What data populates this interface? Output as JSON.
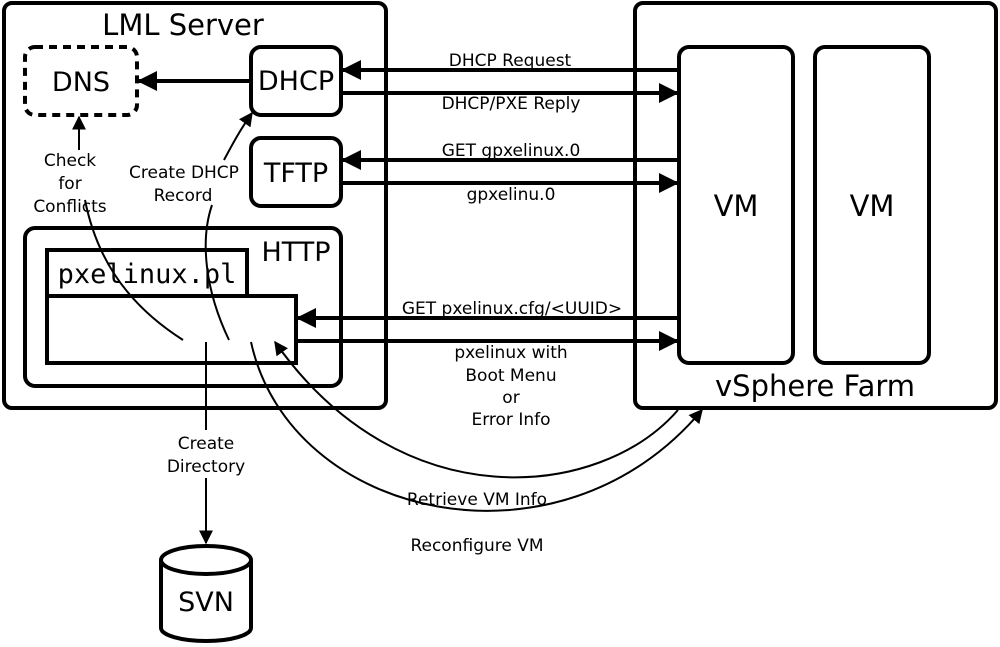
{
  "nodes": {
    "lml_server": "LML Server",
    "dns": "DNS",
    "dhcp": "DHCP",
    "tftp": "TFTP",
    "http": "HTTP",
    "pxelinux_pl": "pxelinux.pl",
    "vm1": "VM",
    "vm2": "VM",
    "vsphere_farm": "vSphere Farm",
    "svn": "SVN"
  },
  "edges": {
    "dhcp_request": "DHCP Request",
    "dhcp_pxe_reply": "DHCP/PXE Reply",
    "get_gpxelinux": "GET gpxelinux.0",
    "gpxelinu": "gpxelinu.0",
    "get_pxelinux_cfg": "GET pxelinux.cfg/<UUID>",
    "pxelinux_reply": [
      "pxelinux with",
      "Boot Menu",
      "or",
      "Error Info"
    ],
    "check_conflicts": [
      "Check",
      "for",
      "Conflicts"
    ],
    "create_dhcp_record": [
      "Create DHCP",
      "Record"
    ],
    "create_directory": [
      "Create",
      "Directory"
    ],
    "retrieve_vm_info": "Retrieve VM Info",
    "reconfigure_vm": "Reconfigure VM"
  }
}
